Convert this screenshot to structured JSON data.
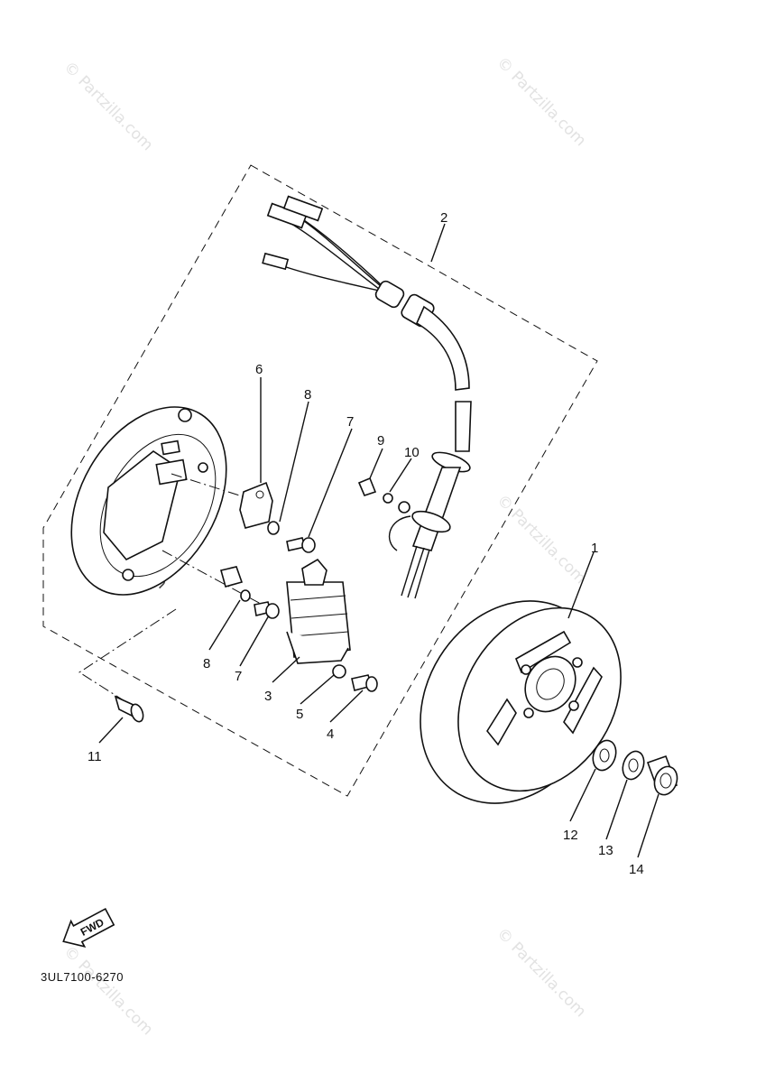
{
  "callouts": {
    "p1": "1",
    "p2": "2",
    "p3": "3",
    "p4": "4",
    "p5": "5",
    "p6": "6",
    "p7a": "7",
    "p7b": "7",
    "p8a": "8",
    "p8b": "8",
    "p9": "9",
    "p10": "10",
    "p11": "11",
    "p12": "12",
    "p13": "13",
    "p14": "14"
  },
  "fwd_label": "FWD",
  "diagram_code": "3UL7100-6270",
  "watermark": "© Partzilla.com"
}
